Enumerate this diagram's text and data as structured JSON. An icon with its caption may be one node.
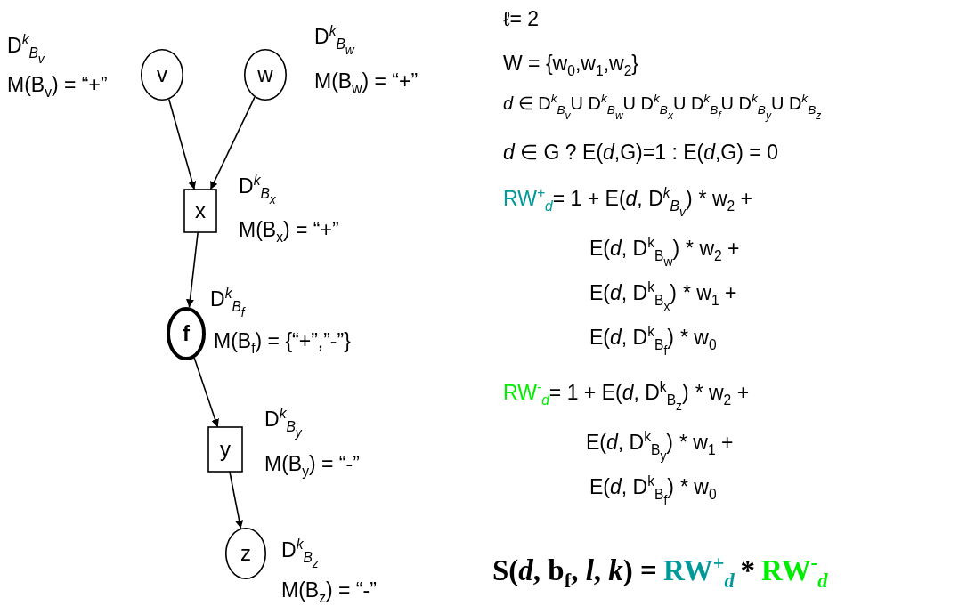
{
  "diagram": {
    "nodes": [
      {
        "text": [
          "v"
        ],
        "beside": [
          "D$^{k}$$_{B}$$_{v}$",
          "M(B$_{v}$) = “+”"
        ]
      },
      {
        "text": [
          "w"
        ],
        "beside": [
          "D$^{k}$$_{B}$$_{w}$",
          "M(B$_{w}$) = “+”"
        ]
      },
      {
        "text": [
          "x"
        ],
        "beside": [
          "D$^{k}$$_{B}$$_{x}$",
          "M(B$_{x}$) = “+”"
        ]
      },
      {
        "text": [
          "f"
        ],
        "beside": [
          "D$^{k}$$_{B}$$_{f}$",
          "M(B$_{f}$) = {“+”,”-”}"
        ]
      },
      {
        "text": [
          "y"
        ],
        "beside": [
          "D$^{k}$$_{B}$$_{y}$",
          "M(B$_{y}$) = “-”"
        ]
      },
      {
        "text": [
          "z"
        ],
        "beside": [
          "D$^{k}$$_{B}$$_{z}$",
          "M(B$_{z}$) = “-”"
        ]
      }
    ],
    "edges": [
      {
        "from": 0,
        "to": 2,
        "arrow": "to"
      },
      {
        "from": 1,
        "to": 2,
        "arrow": "to"
      },
      {
        "from": 2,
        "to": 3,
        "arrow": "to"
      },
      {
        "from": 3,
        "to": 4,
        "arrow": "to"
      },
      {
        "from": 4,
        "to": 5,
        "arrow": "to"
      }
    ],
    "labels": [
      "ℓ= 2",
      "W = {w$_{0}$,w$_{1}$,w$_{2}$}",
      "*d* ∈ D$^{k}$$_{B}$$_{v}$U D$^{k}$$_{B}$$_{w}$U D$^{k}$$_{B}$$_{x}$U D$^{k}$$_{B}$$_{f}$U D$^{k}$$_{B}$$_{y}$U D$^{k}$$_{B}$$_{z}$",
      "*d* ∈ G ? E(*d*,G)=1 : E(*d*,G) = 0",
      "RW$^{+}$$_{d}$",
      "= 1 + E(*d*, D$^{k}$$_{B}$$_{v}$)",
      "* w$_{2}$ +",
      "E(*d*, D$^{k}$$_{B}$$_{w}$)",
      "* w$_{2}$ +",
      "E(*d*, D$^{k}$$_{B}$$_{x}$)",
      "* w$_{1}$ +",
      "E(*d*, D$^{k}$$_{B}$$_{f}$)",
      "* w$_{0}$",
      "RW$^{-}$$_{d}$",
      "= 1 + E(*d*, D$^{k}$$_{B}$$_{z}$)",
      "* w$_{2}$ +",
      "E(*d*, D$^{k}$$_{B}$$_{y}$)",
      "* w$_{1}$ +",
      "E(*d*, D$^{k}$$_{B}$$_{f}$)",
      "* w$_{0}$",
      "S(*d*, b$_{f}$, *l*, *k*) =",
      "RW$^{+}$$_{d}$",
      "*",
      "RW$^{-}$$_{d}$"
    ]
  }
}
